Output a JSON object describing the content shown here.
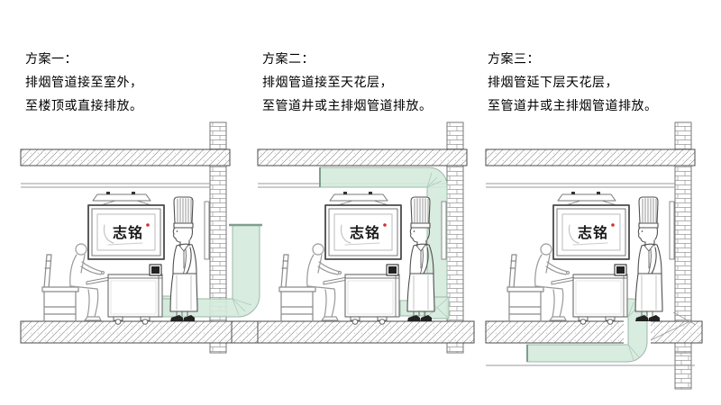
{
  "panels": [
    {
      "id": "plan-1",
      "heading": "方案一：",
      "line1": "排烟管道接至室外，",
      "line2": "至楼顶或直接排放。"
    },
    {
      "id": "plan-2",
      "heading": "方案二：",
      "line1": "排烟管道接至天花层，",
      "line2": "至管道井或主排烟管道排放。"
    },
    {
      "id": "plan-3",
      "heading": "方案三：",
      "line1": "排烟管延下层天花层，",
      "line2": "至管道井或主排烟管道排放。"
    }
  ],
  "brand": {
    "logo_text": "志铭"
  },
  "colors": {
    "background": "#ffffff",
    "duct_green": "#d6ecdc",
    "duct_stroke": "#9cb8a8",
    "structure_line": "#4a4a4a",
    "hatch_line": "#999999",
    "figure_gray": "#8a8a8a",
    "text": "#000000",
    "logo_red": "#cc3333"
  }
}
